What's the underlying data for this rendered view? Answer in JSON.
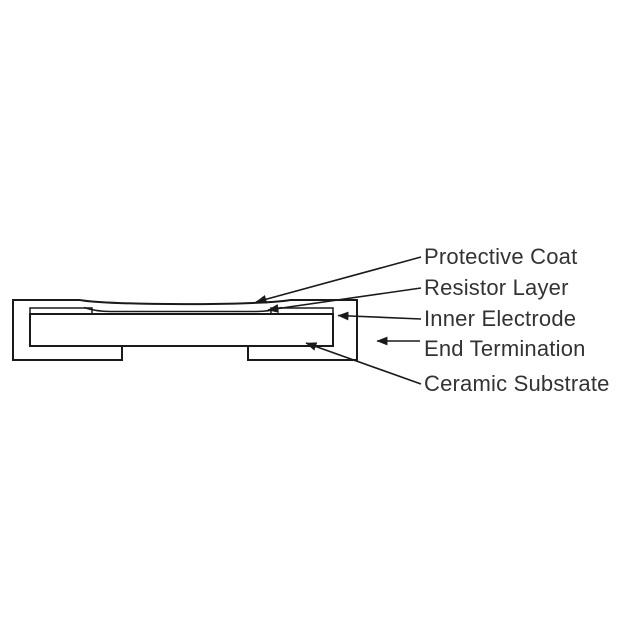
{
  "diagram": {
    "type": "chip-resistor-cross-section",
    "labels": {
      "protective_coat": "Protective Coat",
      "resistor_layer": "Resistor Layer",
      "inner_electrode": "Inner Electrode",
      "end_termination": "End Termination",
      "ceramic_substrate": "Ceramic Substrate"
    },
    "colors": {
      "line": "#1a1a1a",
      "text": "#333333",
      "background": "#ffffff"
    }
  }
}
